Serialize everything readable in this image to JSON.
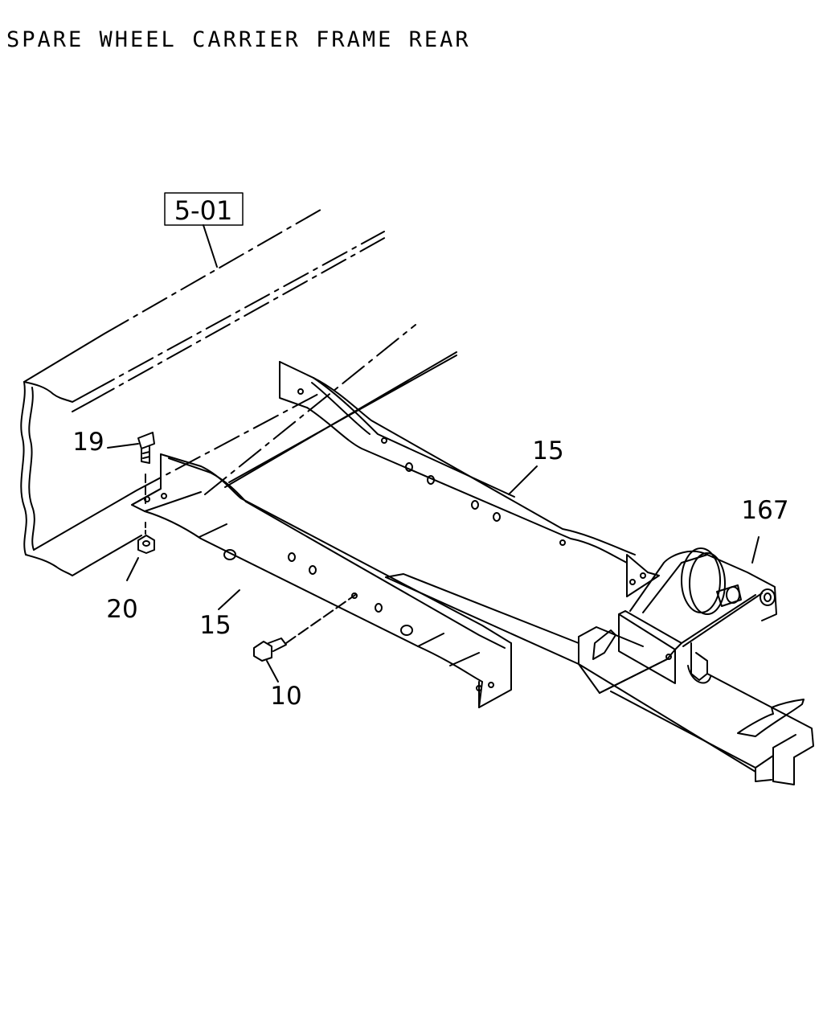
{
  "title": "SPARE WHEEL CARRIER FRAME REAR",
  "ref_box": "5-01",
  "callouts": {
    "bolt_upper": "19",
    "nut": "20",
    "bracket_left": "15",
    "bracket_right": "15",
    "bolt_lower": "10",
    "carrier": "167"
  },
  "line_color": "#000000",
  "background": "#ffffff"
}
